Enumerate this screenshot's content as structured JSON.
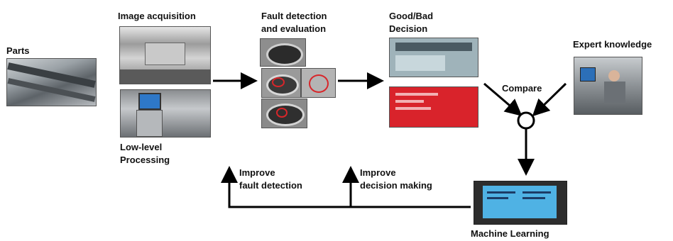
{
  "labels": {
    "parts": "Parts",
    "image_acquisition": "Image acquisition",
    "low_level_1": "Low-level",
    "low_level_2": "Processing",
    "fault_det_1": "Fault detection",
    "fault_det_2": "and evaluation",
    "good_bad_1": "Good/Bad",
    "good_bad_2": "Decision",
    "expert": "Expert knowledge",
    "compare": "Compare",
    "improve_fault_1": "Improve",
    "improve_fault_2": "fault detection",
    "improve_dec_1": "Improve",
    "improve_dec_2": "decision making",
    "machine_learning": "Machine Learning"
  }
}
